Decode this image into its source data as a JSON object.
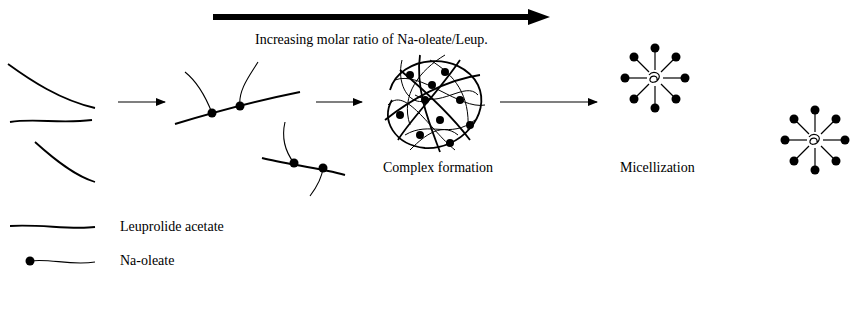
{
  "diagram": {
    "labels": [
      "Increasing molar ratio of Na-oleate/Leup.",
      "Complex formation",
      "Micellization"
    ],
    "legend": [
      {
        "text": "Leuprolide acetate"
      },
      {
        "text": "Na-oleate"
      }
    ]
  }
}
